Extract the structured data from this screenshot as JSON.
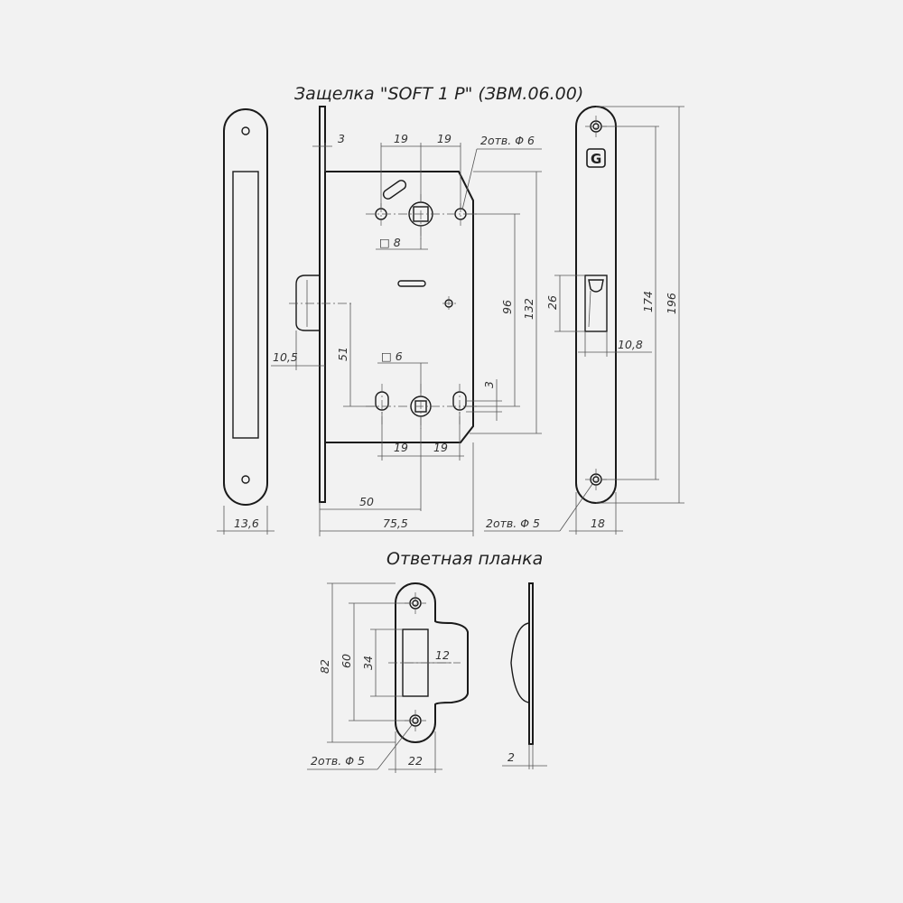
{
  "titles": {
    "latch": "Защелка \"SOFT 1 P\" (ЗВМ.06.00)",
    "strike": "Ответная планка"
  },
  "dims": {
    "d3": "3",
    "d19a": "19",
    "d19b": "19",
    "holes6": "2отв. Φ 6",
    "sq8": "□ 8",
    "sq6": "□ 6",
    "d96": "96",
    "d132": "132",
    "d26": "26",
    "d174": "174",
    "d196": "196",
    "d51": "51",
    "d10_5": "10,5",
    "d10_8": "10,8",
    "d3b": "3",
    "d19c": "19",
    "d19d": "19",
    "d50": "50",
    "d75_5": "75,5",
    "d13_6": "13,6",
    "holes5": "2отв. Φ 5",
    "d18": "18",
    "d82": "82",
    "d60": "60",
    "d34": "34",
    "d12": "12",
    "holes5b": "2отв. Φ 5",
    "d22": "22",
    "d2": "2"
  },
  "logo": "G"
}
